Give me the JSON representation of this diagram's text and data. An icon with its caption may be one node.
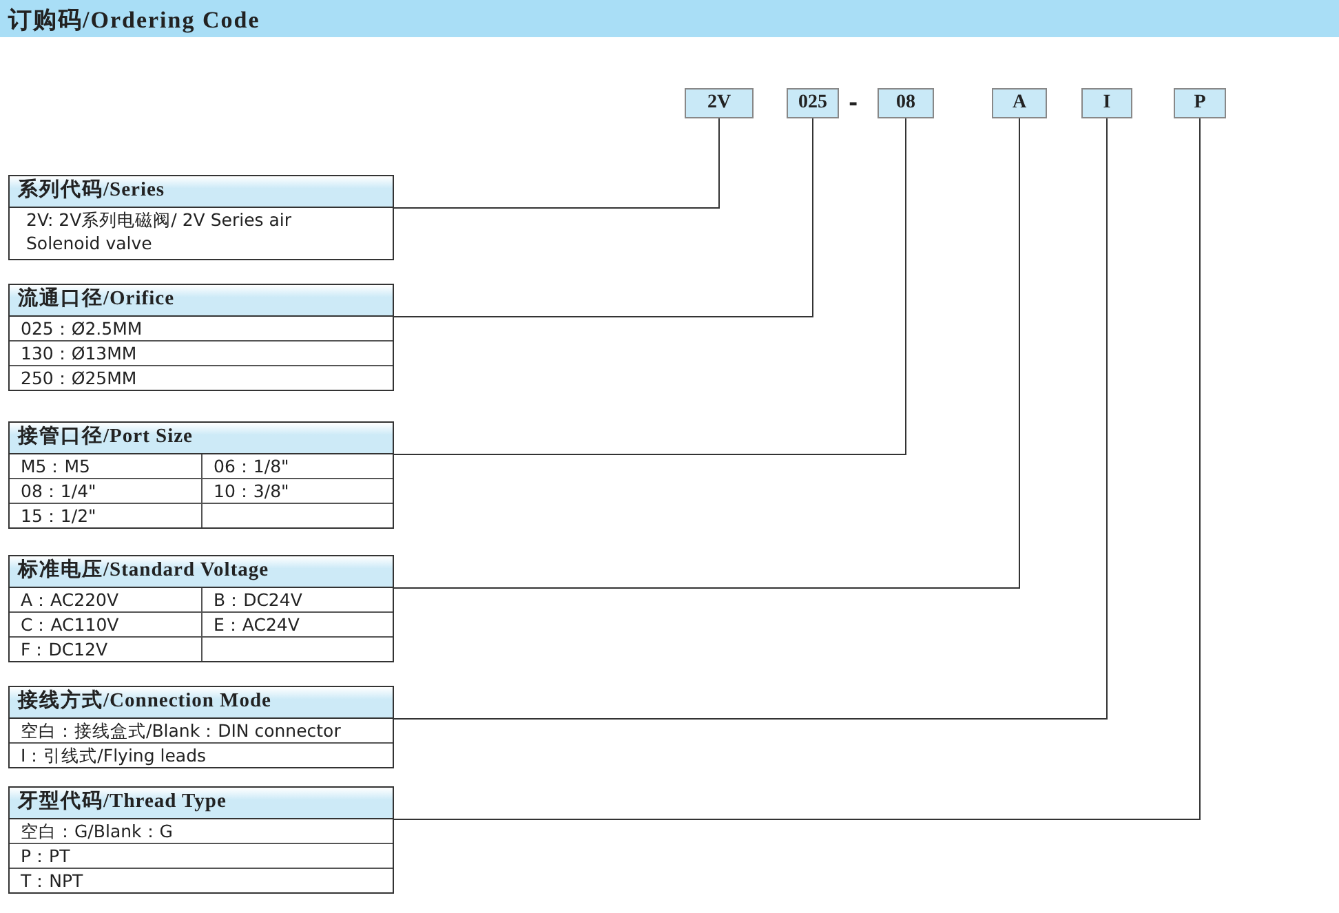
{
  "diagram": {
    "title": "订购码/Ordering Code",
    "nodes": [
      {
        "text": [
          "2V"
        ]
      },
      {
        "text": [
          "025"
        ]
      },
      {
        "text": [
          "08"
        ]
      },
      {
        "text": [
          "A"
        ]
      },
      {
        "text": [
          "I"
        ]
      },
      {
        "text": [
          "P"
        ]
      },
      {
        "text": [
          "系列代码/Series",
          "2V: 2V系列电磁阀/ 2V Series air Solenoid valve"
        ]
      },
      {
        "text": [
          "流通口径/Orifice",
          "025：Ø2.5MM",
          "130：Ø13MM",
          "250：Ø25MM"
        ]
      },
      {
        "text": [
          "接管口径/Port Size",
          "M5：M5",
          "06：1/8\"",
          "08：1/4\"",
          "10：3/8\"",
          "15：1/2\""
        ]
      },
      {
        "text": [
          "标准电压/Standard Voltage",
          "A：AC220V",
          "B：DC24V",
          "C：AC110V",
          "E：AC24V",
          "F：DC12V"
        ]
      },
      {
        "text": [
          "接线方式/Connection Mode",
          "空白：接线盒式/Blank：DIN connector",
          "I：引线式/Flying leads"
        ]
      },
      {
        "text": [
          "牙型代码/Thread Type",
          "空白：G/Blank：G",
          "P：PT",
          "T：NPT"
        ]
      }
    ],
    "edges": [
      {
        "from": 0,
        "to": 6,
        "arrow": "none"
      },
      {
        "from": 1,
        "to": 7,
        "arrow": "none"
      },
      {
        "from": 2,
        "to": 8,
        "arrow": "none"
      },
      {
        "from": 3,
        "to": 9,
        "arrow": "none"
      },
      {
        "from": 4,
        "to": 10,
        "arrow": "none"
      },
      {
        "from": 5,
        "to": 11,
        "arrow": "none"
      }
    ],
    "labels": [
      "-"
    ]
  }
}
